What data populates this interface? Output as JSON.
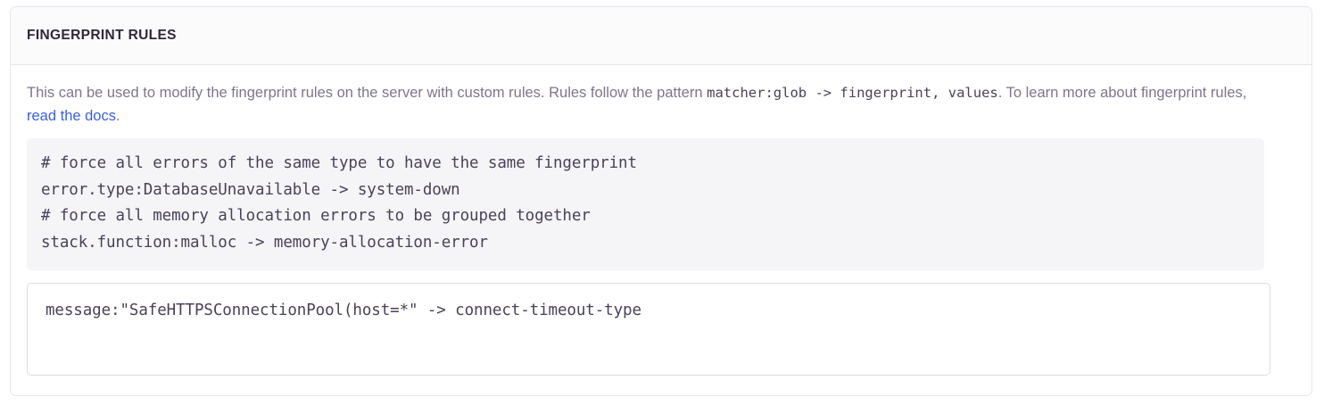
{
  "panel": {
    "title": "FINGERPRINT RULES",
    "description": {
      "part1": "This can be used to modify the fingerprint rules on the server with custom rules. Rules follow the pattern ",
      "inline_code": "matcher:glob -> fingerprint, values",
      "part2": ". To learn more about fingerprint rules, ",
      "link_text": "read the docs",
      "part3": "."
    },
    "example_code": {
      "lines": [
        "# force all errors of the same type to have the same fingerprint",
        "error.type:DatabaseUnavailable -> system-down",
        "# force all memory allocation errors to be grouped together",
        "stack.function:malloc -> memory-allocation-error"
      ]
    },
    "rules_input": {
      "value": "message:\"SafeHTTPSConnectionPool(host=*\" -> connect-timeout-type",
      "placeholder": ""
    }
  },
  "colors": {
    "link": "#3b5fe0",
    "title": "#2f2936",
    "body_text": "#7d768b",
    "code_text": "#4a4259",
    "code_bg": "#f5f5f8",
    "panel_border": "#e7e5ed",
    "header_bg": "#fbfbfc",
    "input_border": "#dedbe6"
  }
}
